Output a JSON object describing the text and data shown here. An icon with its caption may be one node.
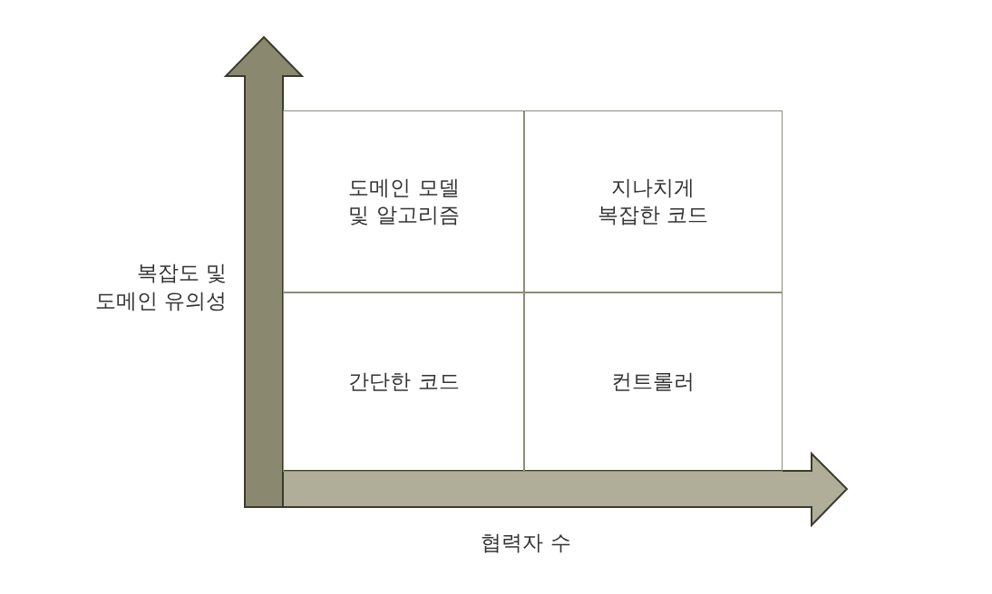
{
  "diagram": {
    "nodes": [
      {
        "text": [
          "도메인 모델 및 알고리즘"
        ]
      },
      {
        "text": [
          "지나치게 복잡한 코드"
        ]
      },
      {
        "text": [
          "간단한 코드"
        ]
      },
      {
        "text": [
          "컨트롤러"
        ]
      }
    ],
    "edges": [],
    "labels": [
      "복잡도 및 도메인 유의성",
      "협력자 수"
    ]
  }
}
